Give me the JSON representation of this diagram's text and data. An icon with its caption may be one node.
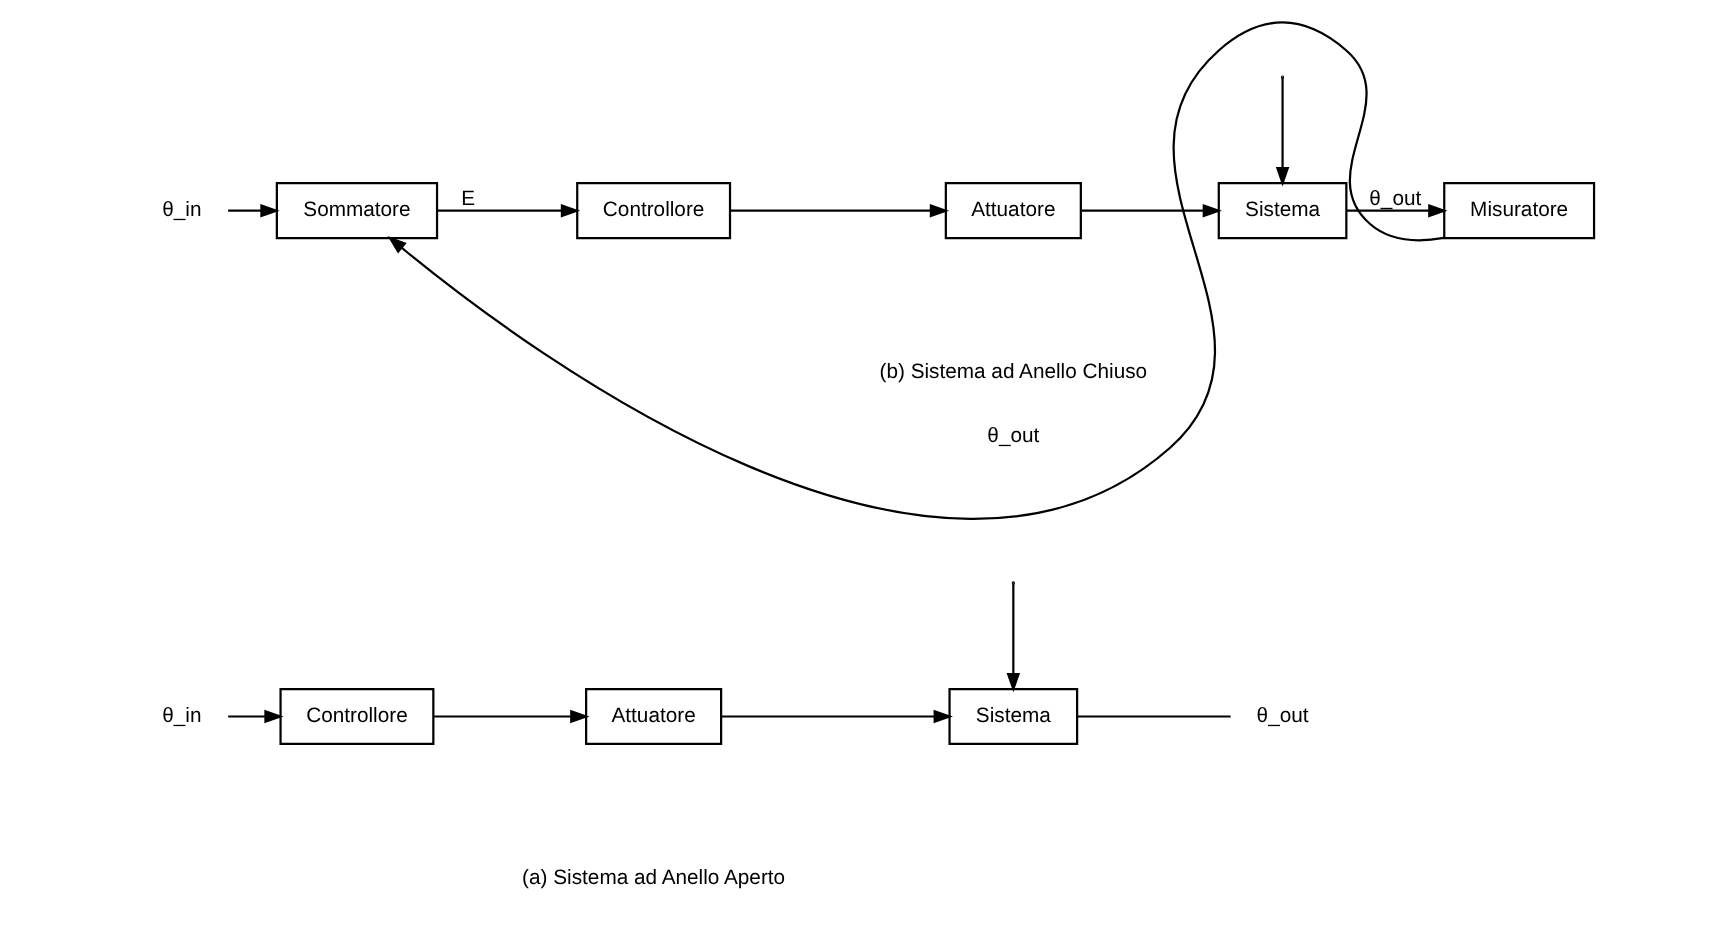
{
  "diagram": {
    "nodes": [
      {
        "text": [
          "θ_in"
        ]
      },
      {
        "text": [
          "Controllore"
        ]
      },
      {
        "text": [
          "Attuatore"
        ]
      },
      {
        "text": [
          "Sistema"
        ]
      },
      {
        "text": [
          "θ_out"
        ]
      },
      {
        "text": [
          "θ_in"
        ]
      },
      {
        "text": [
          "Sommatore"
        ]
      },
      {
        "text": [
          "Controllore"
        ]
      },
      {
        "text": [
          "Attuatore"
        ]
      },
      {
        "text": [
          "Sistema"
        ]
      },
      {
        "text": [
          "Misuratore"
        ]
      }
    ],
    "edges": [
      {
        "from": 0,
        "to": 1,
        "arrow": "to"
      },
      {
        "from": 1,
        "to": 2,
        "arrow": "to"
      },
      {
        "from": 2,
        "to": 3,
        "arrow": "to"
      },
      {
        "from": null,
        "to": 3,
        "arrow": "to"
      },
      {
        "from": 3,
        "to": 4,
        "arrow": "none"
      },
      {
        "from": 5,
        "to": 6,
        "arrow": "to"
      },
      {
        "from": 6,
        "to": 7,
        "arrow": "to",
        "label": "E"
      },
      {
        "from": 7,
        "to": 8,
        "arrow": "to"
      },
      {
        "from": 8,
        "to": 9,
        "arrow": "to"
      },
      {
        "from": null,
        "to": 9,
        "arrow": "to"
      },
      {
        "from": 9,
        "to": 10,
        "arrow": "to",
        "label": "θ_out"
      },
      {
        "from": 10,
        "to": 6,
        "arrow": "to",
        "label": "θ_out"
      }
    ],
    "labels": [
      "(a) Sistema ad Anello Aperto",
      "(b) Sistema ad Anello Chiuso"
    ]
  }
}
